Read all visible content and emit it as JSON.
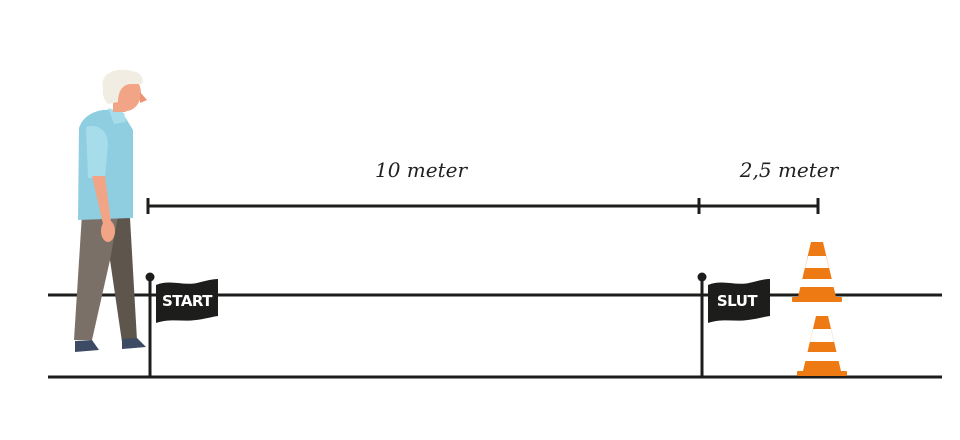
{
  "distances": {
    "walk_label": "10 meter",
    "buffer_label": "2,5 meter"
  },
  "flags": {
    "start_label": "START",
    "end_label": "SLUT"
  },
  "colors": {
    "line": "#1d1d1b",
    "cone_orange": "#ee7a14",
    "cone_stripe": "#ffffff",
    "shirt": "#8fcde0",
    "trousers": "#7a7068",
    "skin": "#f2a486",
    "hair": "#f1ede3",
    "shoes": "#3c4a63"
  },
  "icons": {
    "person": "elderly-walker-icon",
    "cone": "traffic-cone-icon",
    "flag": "flag-icon"
  }
}
